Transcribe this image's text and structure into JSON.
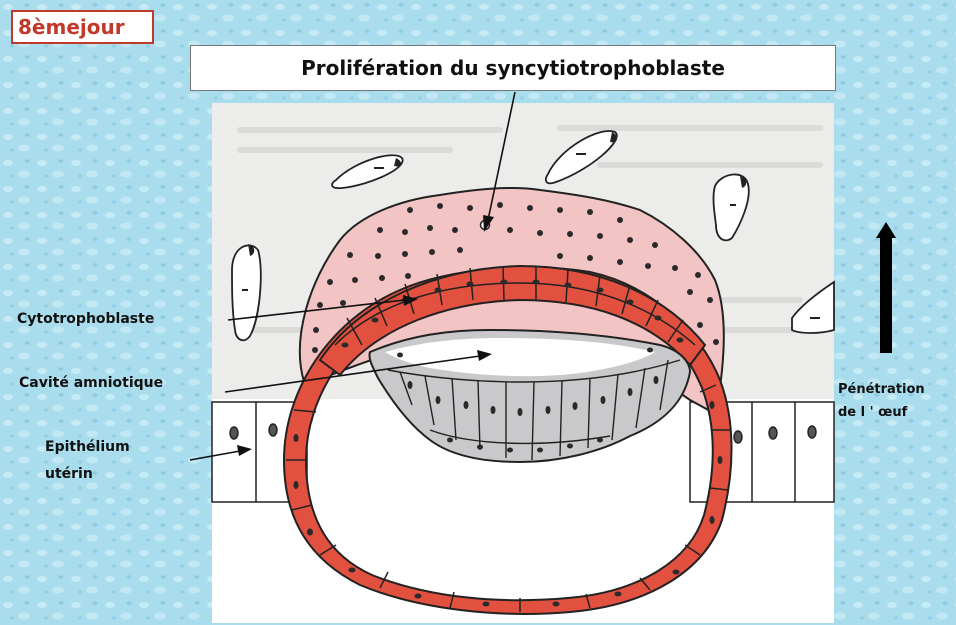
{
  "badge": "8èmejour",
  "title": "Prolifération du syncytiotrophoblaste",
  "labels": {
    "cytotrophoblaste": "Cytotrophoblaste",
    "cavite": "Cavité amniotique",
    "epith_1": "Epithélium",
    "epith_2": "utérin",
    "penetration_1": "Pénétration",
    "penetration_2": "de l ' œuf"
  },
  "colors": {
    "background": "#a9dcec",
    "syncytio": "#f3c4c4",
    "cytotrophoblaste": "#e2503f",
    "epiblast": "#c9c9cc",
    "badge_text": "#c0392b"
  }
}
